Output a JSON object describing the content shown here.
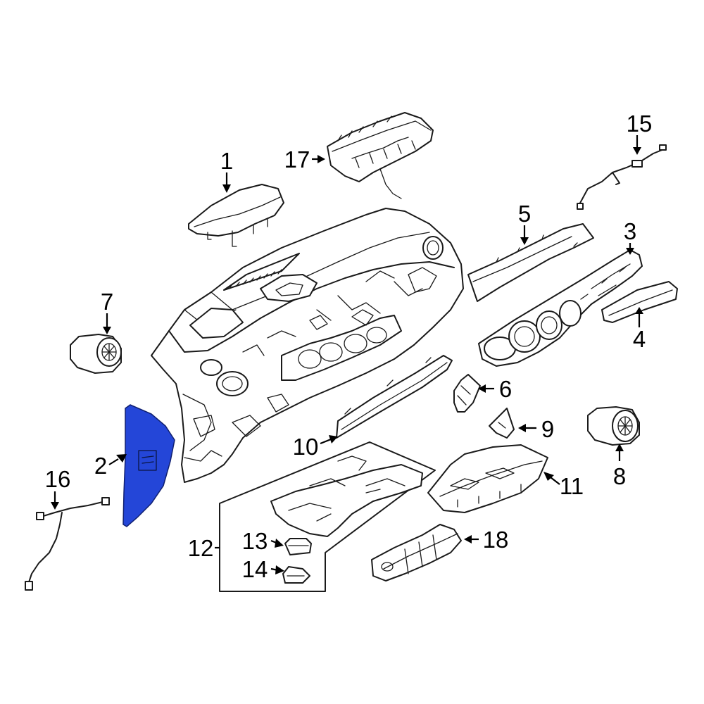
{
  "diagram": {
    "highlight_color": "#2446d8",
    "callouts": {
      "c1": "1",
      "c2": "2",
      "c3": "3",
      "c4": "4",
      "c5": "5",
      "c6": "6",
      "c7": "7",
      "c8": "8",
      "c9": "9",
      "c10": "10",
      "c11": "11",
      "c12": "12",
      "c13": "13",
      "c14": "14",
      "c15": "15",
      "c16": "16",
      "c17": "17",
      "c18": "18"
    }
  }
}
